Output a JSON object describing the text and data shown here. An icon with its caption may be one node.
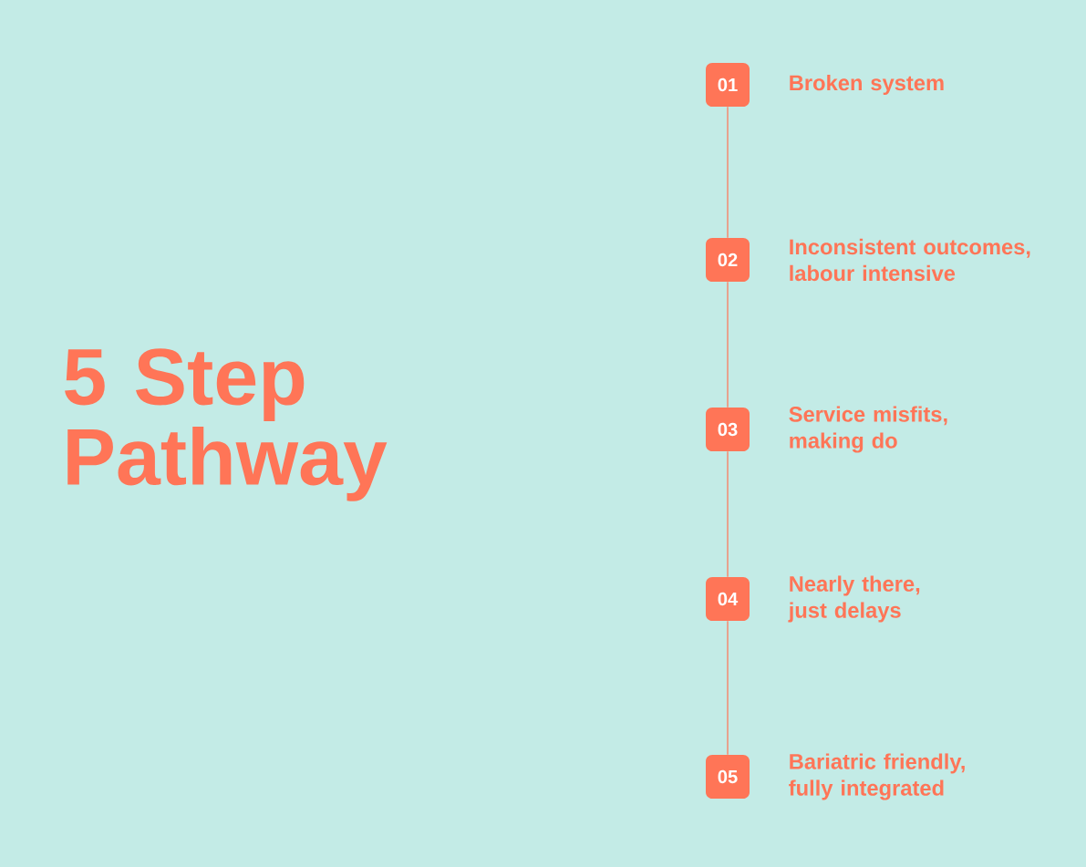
{
  "diagram": {
    "title": "5 Step Pathway",
    "nodes": [
      {
        "text": [
          "01"
        ],
        "beside": [
          "Broken system"
        ]
      },
      {
        "text": [
          "02"
        ],
        "beside": [
          "Inconsistent outcomes, labour intensive"
        ]
      },
      {
        "text": [
          "03"
        ],
        "beside": [
          "Service misfits, making do"
        ]
      },
      {
        "text": [
          "04"
        ],
        "beside": [
          "Nearly there, just delays"
        ]
      },
      {
        "text": [
          "05"
        ],
        "beside": [
          "Bariatric friendly, fully integrated"
        ]
      }
    ],
    "edges": [
      {
        "from": 0,
        "to": 1,
        "arrow": "none"
      },
      {
        "from": 1,
        "to": 2,
        "arrow": "none"
      },
      {
        "from": 2,
        "to": 3,
        "arrow": "none"
      },
      {
        "from": 3,
        "to": 4,
        "arrow": "none"
      }
    ]
  }
}
